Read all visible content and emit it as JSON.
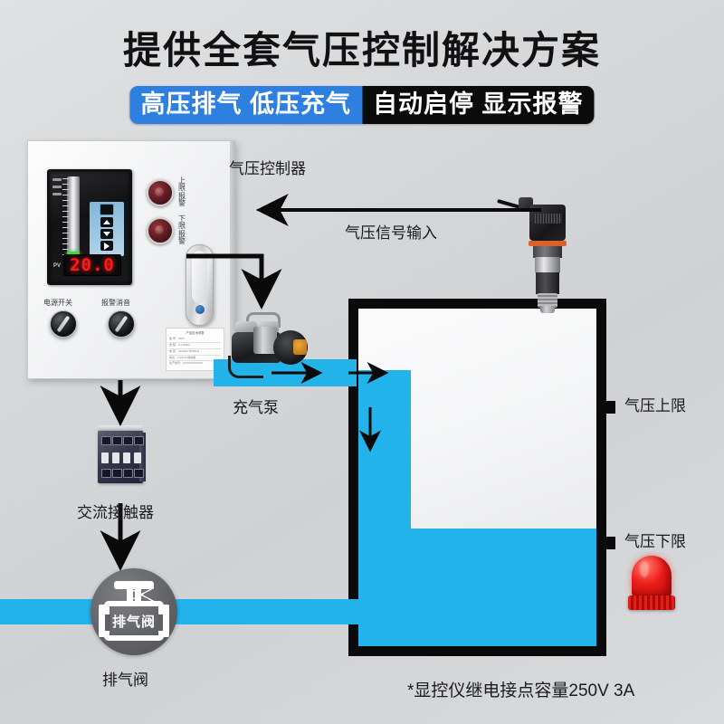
{
  "header": {
    "title": "提供全套气压控制解决方案",
    "badge_blue": "高压排气 低压充气",
    "badge_black": "自动启停 显示报警"
  },
  "cabinet": {
    "meter": {
      "pv_label": "PV",
      "reading": "20.0",
      "unit_scale_top": "",
      "keys": [
        "SET",
        "UP",
        "DOWN",
        "SHIFT"
      ]
    },
    "lamp_upper_label": "上限报警",
    "lamp_lower_label": "下限报警",
    "knob_power_label": "电源开关",
    "knob_mute_label": "报警消音",
    "nameplate": {
      "title": "产品技术参数",
      "rows": [
        "型 号：XMT-",
        "量 程：0-1.6MPa",
        "电 源：AC220V 50/60Hz",
        "输出：4-20mA 继电器",
        "生产编号：XXXXXXXXXXX"
      ]
    }
  },
  "diagram": {
    "controller_label": "气压控制器",
    "signal_input_label": "气压信号输入",
    "pump_label": "充气泵",
    "contactor_label": "交流接触器",
    "valve_icon_text": "排气阀",
    "valve_label": "排气阀",
    "pressure_upper_limit_label": "气压上限",
    "pressure_lower_limit_label": "气压下限"
  },
  "footnote": "*显控仪继电接点容量250V 3A",
  "colors": {
    "accent_blue": "#2d7fe0",
    "pipe_cyan": "#22b3ea",
    "alarm_red": "#ee1d18",
    "led_red": "#ff1a1a",
    "outline_black": "#0a0a0a",
    "background": "#d9dbdd"
  }
}
